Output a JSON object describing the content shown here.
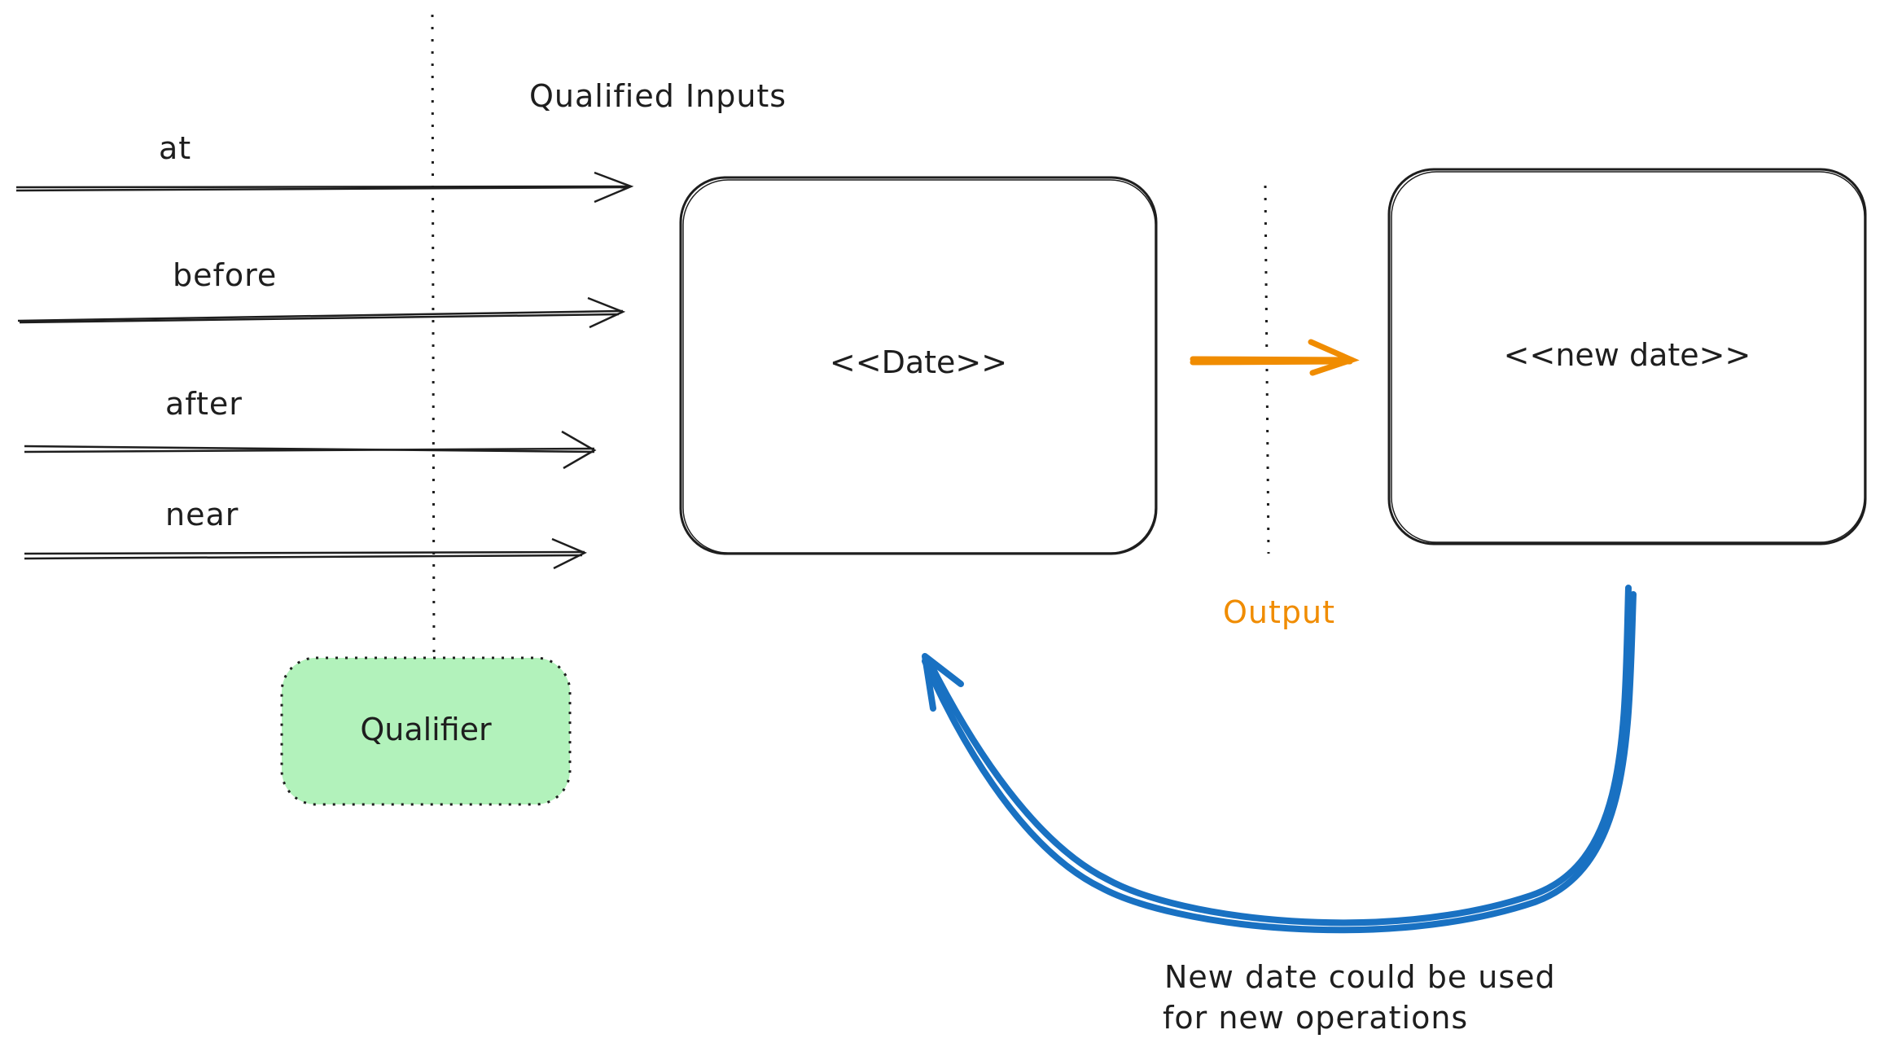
{
  "title": "Qualified Inputs",
  "inputs": [
    {
      "label": "at"
    },
    {
      "label": "before"
    },
    {
      "label": "after"
    },
    {
      "label": "near"
    }
  ],
  "qualifier": {
    "label": "Qualifier",
    "fill": "#b2f2bb"
  },
  "date_box": {
    "label": "<<Date>>"
  },
  "new_date_box": {
    "label": "<<new date>>"
  },
  "output": {
    "label": "Output",
    "color": "#f08c00"
  },
  "loop": {
    "color": "#1971c2",
    "note_line1": "New date could be used",
    "note_line2": "for new operations"
  }
}
